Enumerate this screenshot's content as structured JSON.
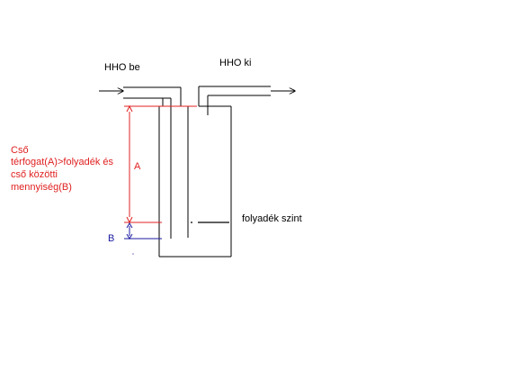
{
  "labels": {
    "hho_in": "HHO be",
    "hho_out": "HHO ki",
    "note_lines": [
      "Cső",
      "térfogat(A)>folyadék és",
      "cső közötti",
      "mennyiség(B)"
    ],
    "dim_a": "A",
    "dim_b": "B",
    "liquid_level": "folyadék szint"
  },
  "colors": {
    "line": "#000000",
    "dimension_a": "#e02020",
    "dimension_b": "#1a1aa0"
  }
}
